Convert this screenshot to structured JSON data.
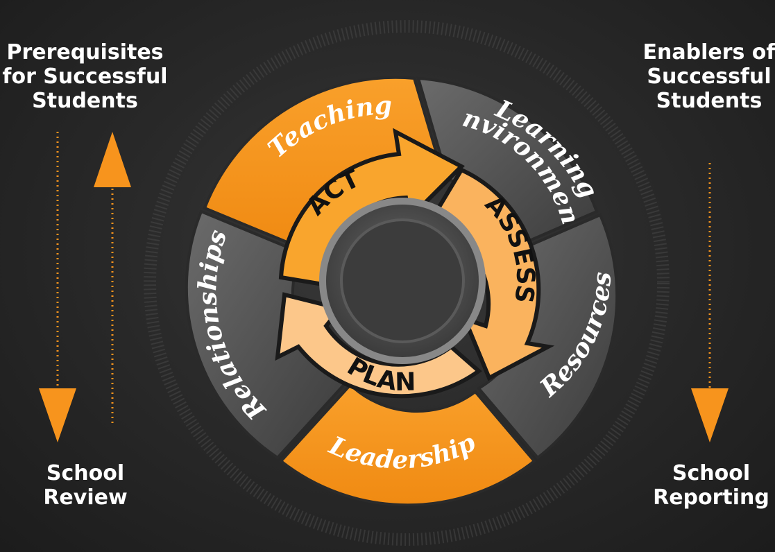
{
  "left_top_label": [
    "Prerequisites",
    "for Successful",
    "Students"
  ],
  "right_top_label": [
    "Enablers of",
    "Successful",
    "Students"
  ],
  "left_bottom_label": [
    "School",
    "Review"
  ],
  "right_bottom_label": [
    "School",
    "Reporting"
  ],
  "outer_segments": {
    "teaching": "Teaching",
    "learning_environment_line1": "Learning",
    "learning_environment_line2": "Environment",
    "resources": "Resources",
    "leadership": "Leadership",
    "relationships": "Relationships"
  },
  "cycle": {
    "act": "ACT",
    "assess": "ASSESS",
    "plan": "PLAN"
  },
  "colors": {
    "orange": "#f7941d",
    "orange_light": "#fbb25a",
    "orange_pale": "#fcc98c",
    "segment_dark": "#555555",
    "background": "#2a2a2a"
  }
}
